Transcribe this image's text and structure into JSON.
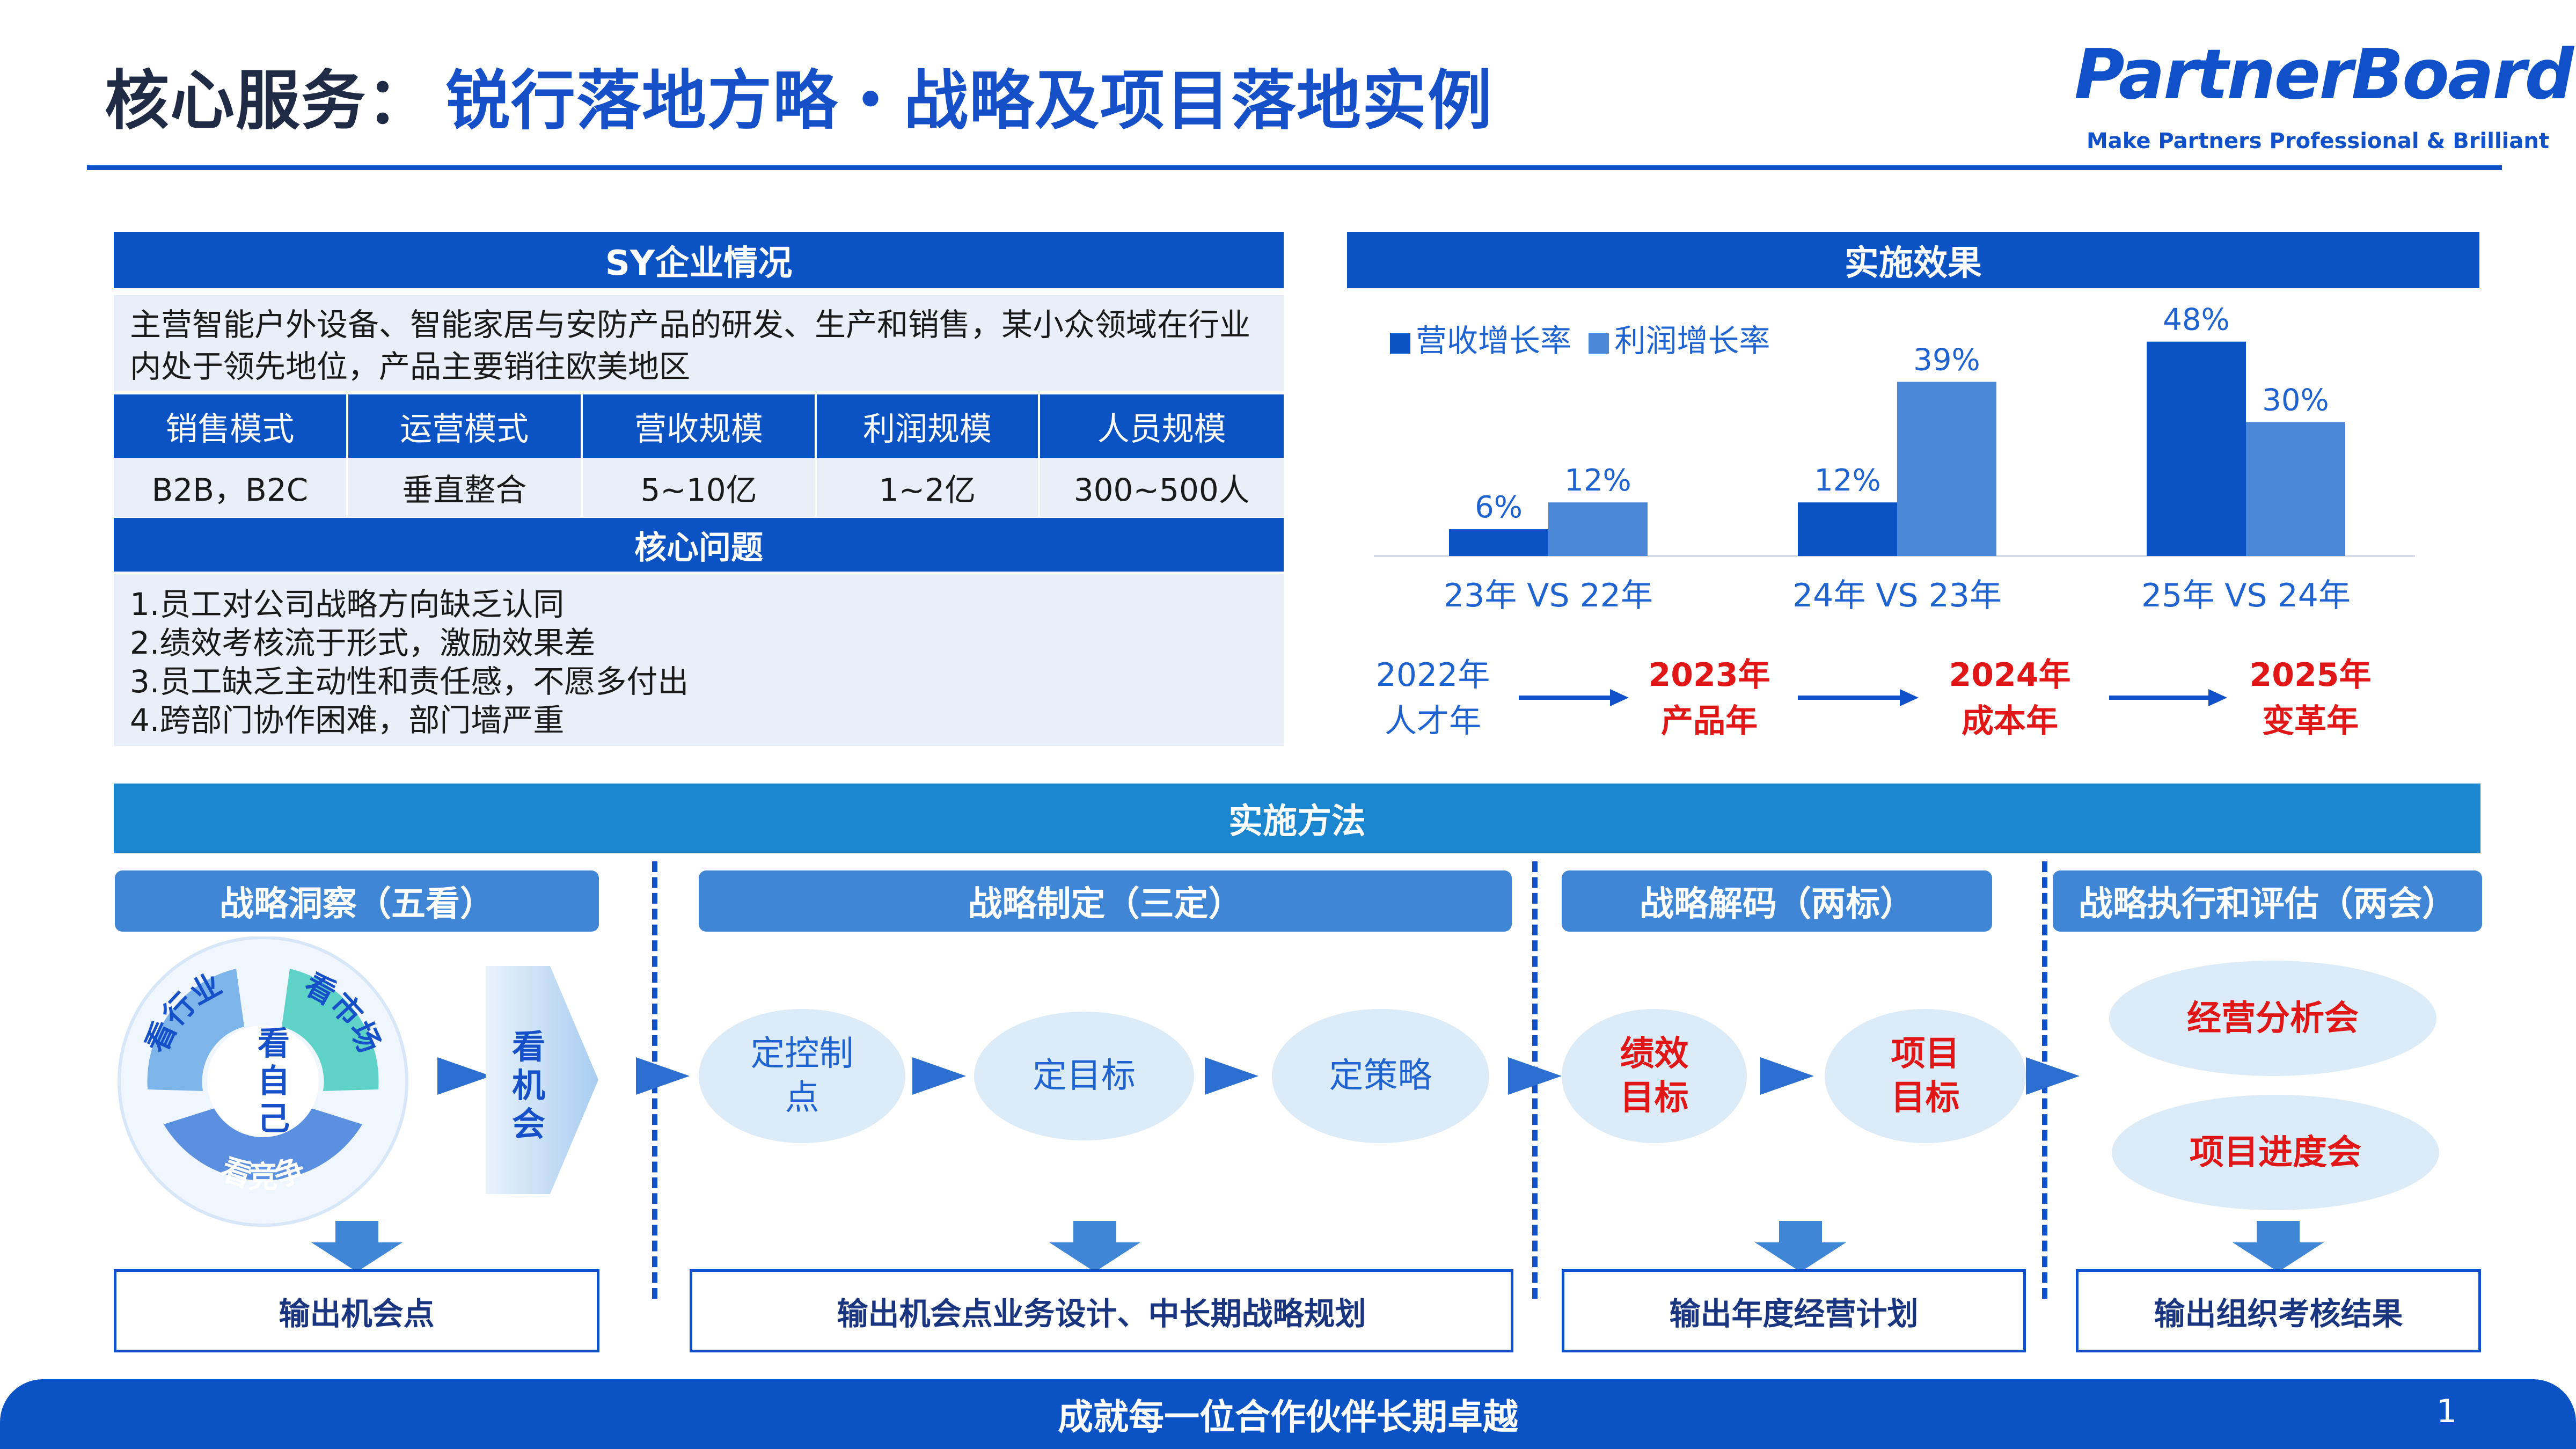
{
  "header": {
    "title_prefix": "核心服务：",
    "title_main": "锐行落地方略・战略及项目落地实例",
    "logo": "PartnerBoard",
    "logo_tagline": "Make Partners Professional & Brilliant"
  },
  "company": {
    "section_title": "SY企业情况",
    "description": "主营智能户外设备、智能家居与安防产品的研发、生产和销售，某小众领域在行业内处于领先地位，产品主要销往欧美地区",
    "table": {
      "headers": [
        "销售模式",
        "运营模式",
        "营收规模",
        "利润规模",
        "人员规模"
      ],
      "values": [
        "B2B，B2C",
        "垂直整合",
        "5~10亿",
        "1~2亿",
        "300~500人"
      ]
    },
    "issues_title": "核心问题",
    "issues": [
      "1.员工对公司战略方向缺乏认同",
      "2.绩效考核流于形式，激励效果差",
      "3.员工缺乏主动性和责任感，不愿多付出",
      "4.跨部门协作困难，部门墙严重"
    ]
  },
  "effect": {
    "section_title": "实施效果",
    "colors": {
      "revenue": "#0b52c4",
      "profit": "#4a87d6"
    },
    "timeline": [
      {
        "year": "2022年",
        "label": "人才年",
        "highlight": false
      },
      {
        "year": "2023年",
        "label": "产品年",
        "highlight": true
      },
      {
        "year": "2024年",
        "label": "成本年",
        "highlight": true
      },
      {
        "year": "2025年",
        "label": "变革年",
        "highlight": true
      }
    ]
  },
  "chart_data": {
    "type": "bar",
    "categories": [
      "23年 VS 22年",
      "24年 VS 23年",
      "25年 VS 24年"
    ],
    "series": [
      {
        "name": "营收增长率",
        "values": [
          6,
          12,
          48
        ],
        "labels": [
          "6%",
          "12%",
          "48%"
        ]
      },
      {
        "name": "利润增长率",
        "values": [
          12,
          39,
          30
        ],
        "labels": [
          "12%",
          "39%",
          "30%"
        ]
      }
    ],
    "ylim": [
      0,
      50
    ],
    "grid": false,
    "legend": "top-left"
  },
  "methods": {
    "section_title": "实施方法",
    "phases": [
      {
        "title": "战略洞察（五看）",
        "ring_segments": [
          "看行业",
          "看市场",
          "看竞争"
        ],
        "center_label": "看自己",
        "arrow_label": "看机会",
        "output": "输出机会点"
      },
      {
        "title": "战略制定（三定）",
        "steps": [
          "定控制点",
          "定目标",
          "定策略"
        ],
        "output": "输出机会点业务设计、中长期战略规划"
      },
      {
        "title": "战略解码（两标）",
        "steps": [
          "绩效目标",
          "项目目标"
        ],
        "output": "输出年度经营计划"
      },
      {
        "title": "战略执行和评估（两会）",
        "steps": [
          "经营分析会",
          "项目进度会"
        ],
        "output": "输出组织考核结果"
      }
    ]
  },
  "footer": {
    "slogan": "成就每一位合作伙伴长期卓越",
    "page_number": "1"
  }
}
